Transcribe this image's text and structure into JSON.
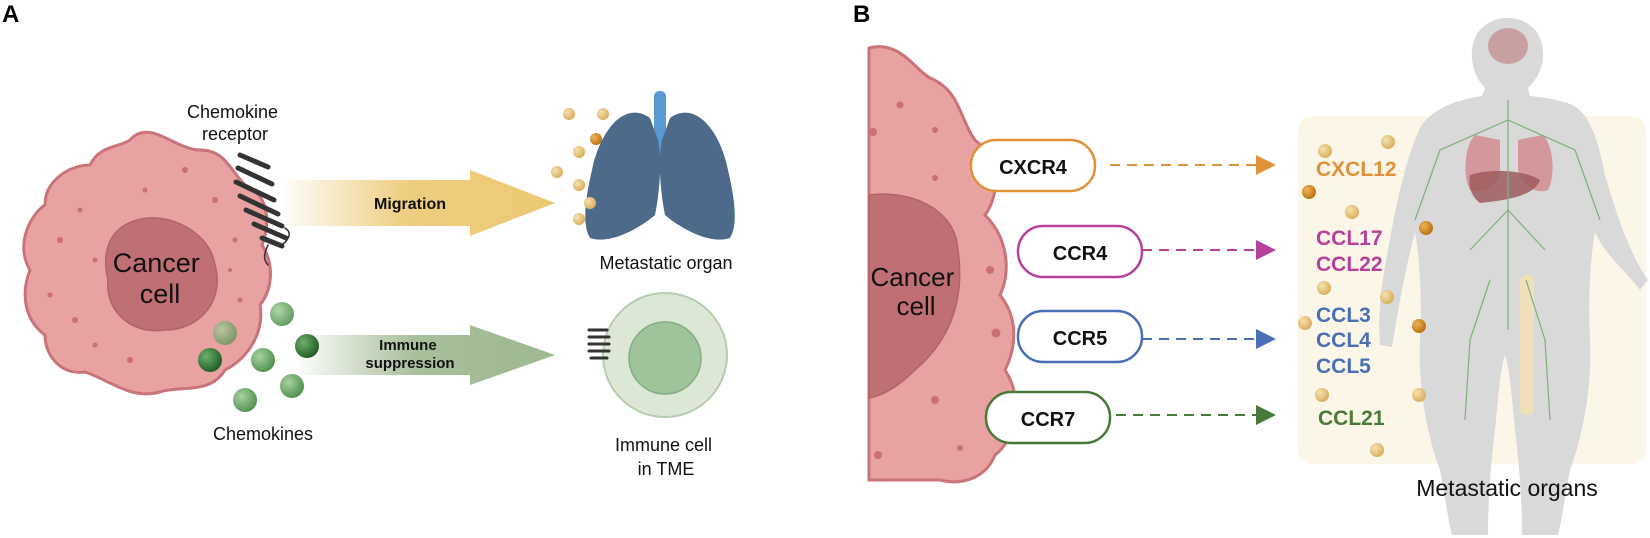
{
  "panel_a": {
    "letter": "A",
    "receptor_label": [
      "Chemokine",
      "receptor"
    ],
    "cell_label": [
      "Cancer",
      "cell"
    ],
    "migration_label": "Migration",
    "immune_label": [
      "Immune",
      "suppression"
    ],
    "chemokines_label": "Chemokines",
    "organ_label": "Metastatic organ",
    "immune_cell_label": [
      "Immune cell",
      "in TME"
    ]
  },
  "panel_b": {
    "letter": "B",
    "cell_label": [
      "Cancer",
      "cell"
    ],
    "receptors": [
      {
        "name": "CXCR4",
        "color": "#e0913a",
        "ligands": [
          "CXCL12"
        ]
      },
      {
        "name": "CCR4",
        "color": "#b5419a",
        "ligands": [
          "CCL17",
          "CCL22"
        ]
      },
      {
        "name": "CCR5",
        "color": "#4a6fb7",
        "ligands": [
          "CCL3",
          "CCL4",
          "CCL5"
        ]
      },
      {
        "name": "CCR7",
        "color": "#4a7a3a",
        "ligands": [
          "CCL21"
        ]
      }
    ],
    "organs_label": "Metastatic organs"
  },
  "colors": {
    "cell_fill": "#e8a2a2",
    "cell_edge": "#c9737a",
    "nucleus": "#c06f74",
    "migration_arrow": "#ecc872",
    "immune_arrow": "#9eb890",
    "lung": "#4d6a8a",
    "trachea": "#5a9ad4",
    "chemokine_green": "#5a9a5a",
    "chemokine_gold": "#e2b460"
  }
}
